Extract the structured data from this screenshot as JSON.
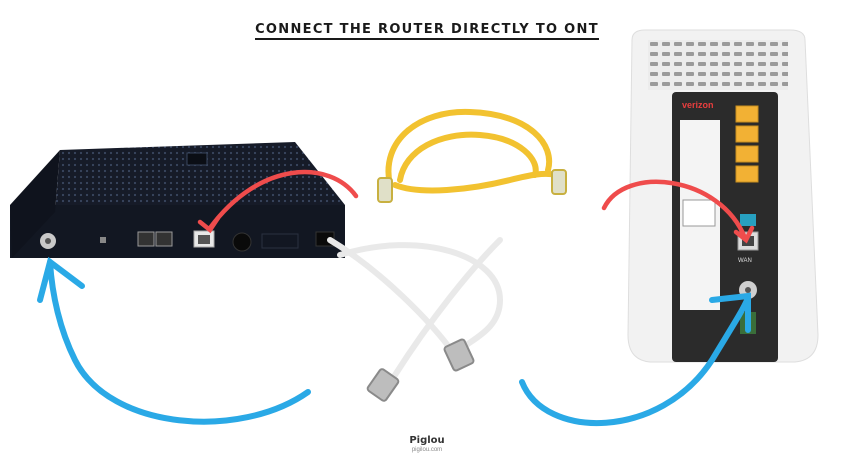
{
  "heading": "CONNECT THE ROUTER DIRECTLY TO ONT",
  "ont_brand": "verizon",
  "ont_port_label": "WAN",
  "watermark": {
    "name": "Piglou",
    "url": "pigilou.com"
  },
  "colors": {
    "red_arrow": "#ef4c4c",
    "blue_arrow": "#2aa9e6",
    "ethernet_cable": "#f2c230",
    "ont_body": "#f2f2f2",
    "router_body": "#1a2030"
  }
}
